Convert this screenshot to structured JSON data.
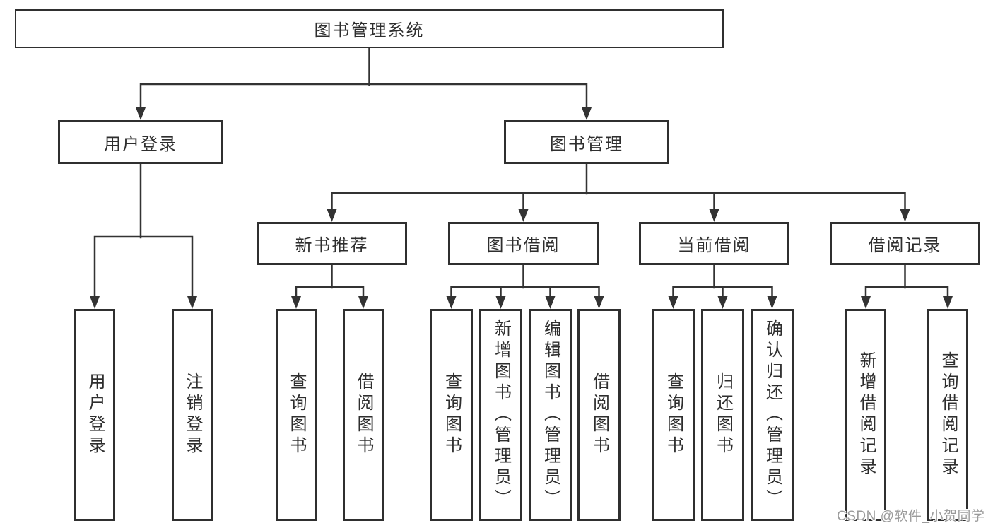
{
  "colors": {
    "line": "#2f2f2f",
    "text": "#2e2e2e",
    "box_background": "#ffffff",
    "watermark": "#9b9b9b"
  },
  "root": {
    "label": "图书管理系统"
  },
  "login": {
    "label": "用户登录",
    "children": [
      {
        "label": "用户登录"
      },
      {
        "label": "注销登录"
      }
    ]
  },
  "management": {
    "label": "图书管理",
    "groups": [
      {
        "label": "新书推荐",
        "children": [
          {
            "label": "查询图书"
          },
          {
            "label": "借阅图书"
          }
        ]
      },
      {
        "label": "图书借阅",
        "children": [
          {
            "label": "查询图书"
          },
          {
            "label": "新增图书（管理员）"
          },
          {
            "label": "编辑图书（管理员）"
          },
          {
            "label": "借阅图书"
          }
        ]
      },
      {
        "label": "当前借阅",
        "children": [
          {
            "label": "查询图书"
          },
          {
            "label": "归还图书"
          },
          {
            "label": "确认归还（管理员）"
          }
        ]
      },
      {
        "label": "借阅记录",
        "children": [
          {
            "label": "新增借阅记录"
          },
          {
            "label": "查询借阅记录"
          }
        ]
      }
    ]
  },
  "watermark": {
    "text": "CSDN @软件_小贺同学"
  }
}
